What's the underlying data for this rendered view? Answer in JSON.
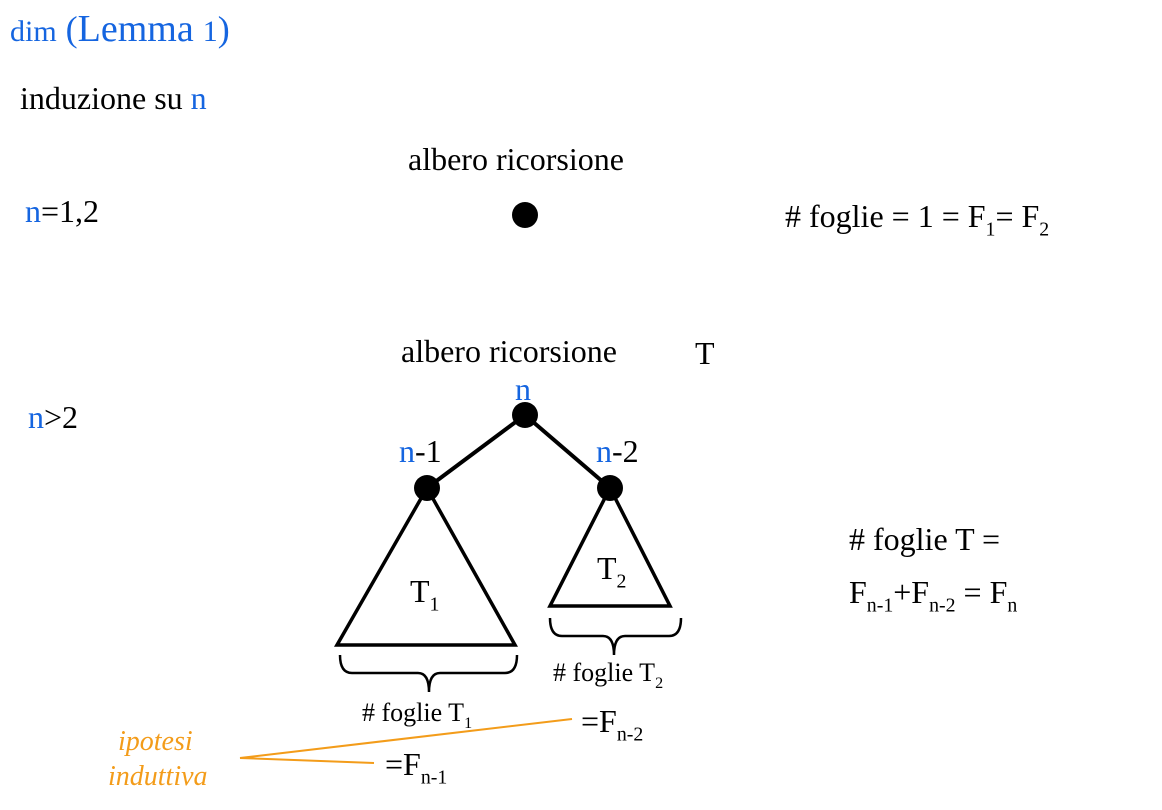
{
  "title": {
    "dim": "dim",
    "open_paren": "(",
    "lemma": "Lemma",
    "num": "1",
    "close_paren": ")"
  },
  "intro": {
    "text": "induzione su ",
    "var": "n"
  },
  "base": {
    "heading": "albero ricorsione",
    "cond_var": "n",
    "cond_rest": "=1,2",
    "result_a": "# foglie = 1 = F",
    "result_sub1": "1",
    "result_b": "= F",
    "result_sub2": "2"
  },
  "step": {
    "heading": "albero ricorsione",
    "tree_name": "T",
    "cond_var": "n",
    "cond_rest": ">2",
    "root_label": "n",
    "left_label_var": "n",
    "left_label_rest": "-1",
    "right_label_var": "n",
    "right_label_rest": "-2",
    "left_subtree": "T",
    "left_subtree_sub": "1",
    "right_subtree": "T",
    "right_subtree_sub": "2",
    "left_count": "# foglie T",
    "left_count_sub": "1",
    "right_count": "# foglie T",
    "right_count_sub": "2",
    "left_eq": "=F",
    "left_eq_sub": "n-1",
    "right_eq": "=F",
    "right_eq_sub": "n-2",
    "result_line1": "# foglie T =",
    "result_f1": "F",
    "result_f1_sub": "n-1",
    "result_plus": "+F",
    "result_f2_sub": "n-2",
    "result_eq": " = F",
    "result_f3_sub": "n"
  },
  "note": {
    "line1": "ipotesi",
    "line2": "induttiva"
  },
  "colors": {
    "blue": "#1565e0",
    "orange": "#f39c1a",
    "black": "#000000"
  }
}
